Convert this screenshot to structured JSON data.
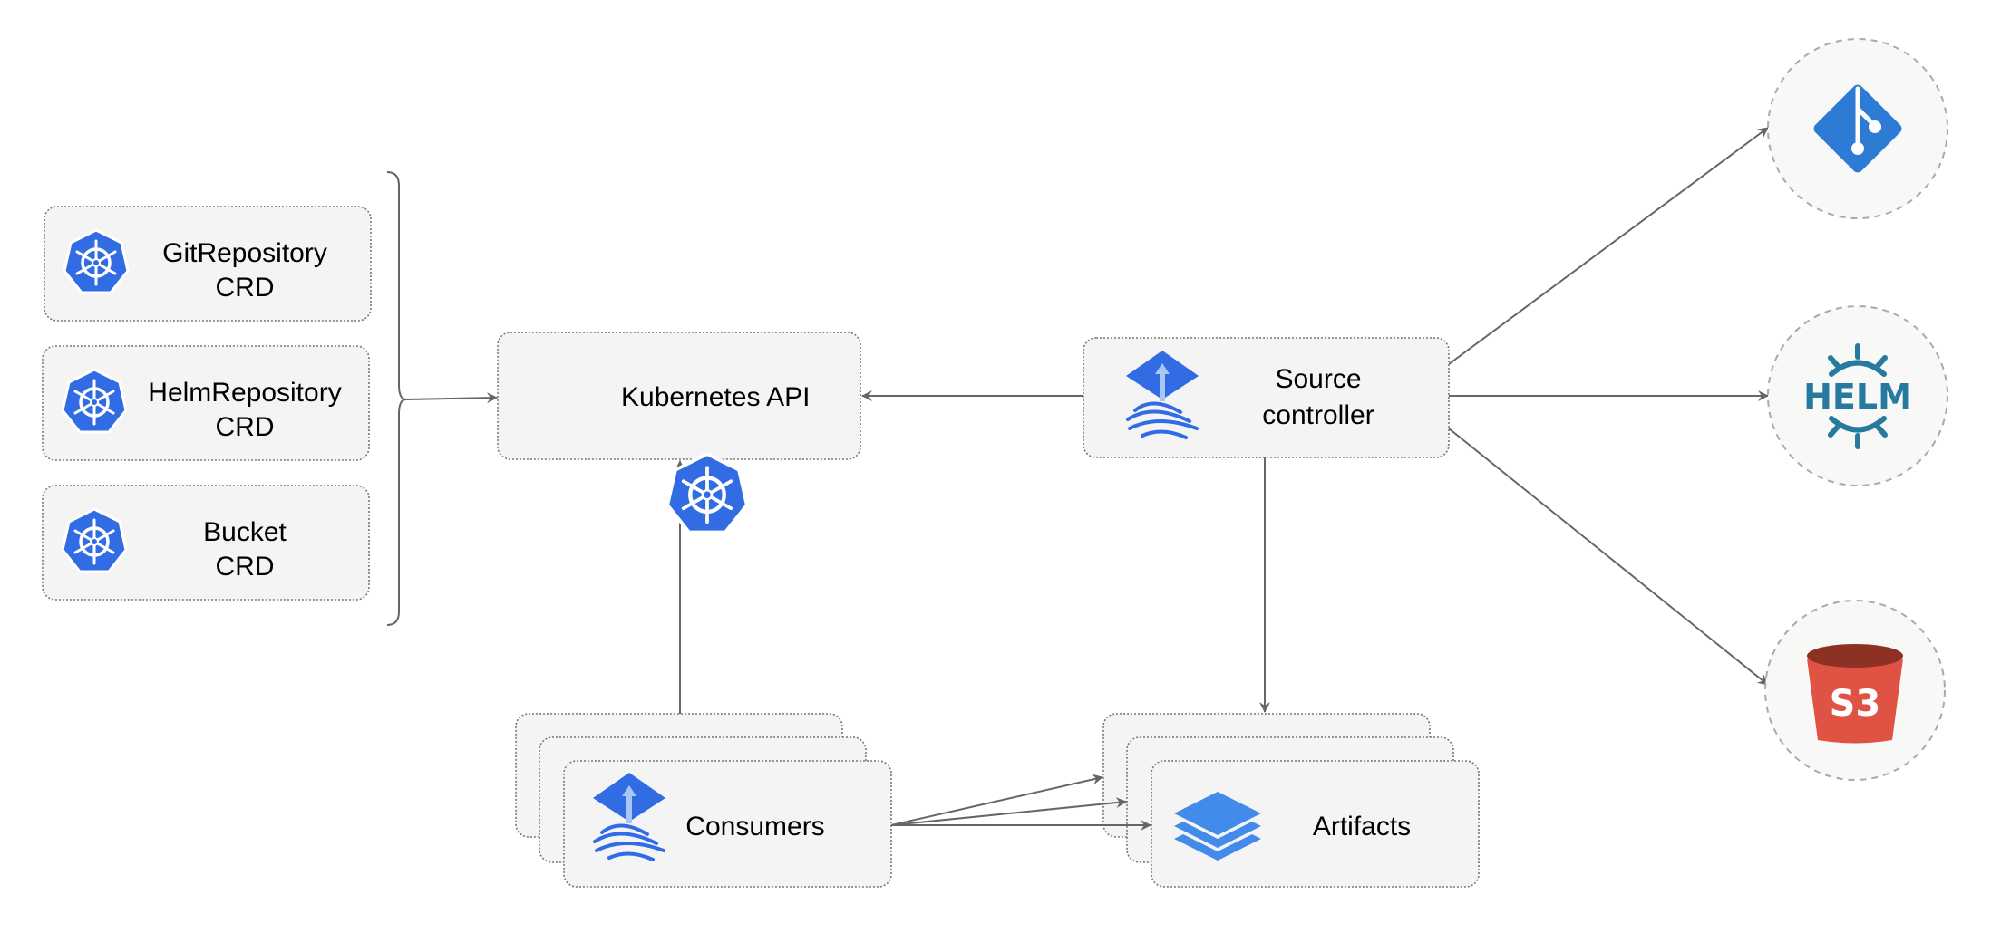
{
  "crds": [
    {
      "line1": "GitRepository",
      "line2": "CRD"
    },
    {
      "line1": "HelmRepository",
      "line2": "CRD"
    },
    {
      "line1": "Bucket",
      "line2": "CRD"
    }
  ],
  "kubernetes_api": {
    "label": "Kubernetes API"
  },
  "source_controller": {
    "line1": "Source",
    "line2": "controller"
  },
  "consumers": {
    "label": "Consumers"
  },
  "artifacts": {
    "label": "Artifacts"
  },
  "sources": {
    "git": "git-icon",
    "helm": "HELM",
    "s3": "S3"
  },
  "colors": {
    "k8s_blue": "#326ce5",
    "flux_blue": "#3a75e8",
    "git_blue": "#2e7bd6",
    "helm_teal": "#277a9f",
    "s3_red": "#e05243",
    "s3_dark": "#8c3123"
  }
}
